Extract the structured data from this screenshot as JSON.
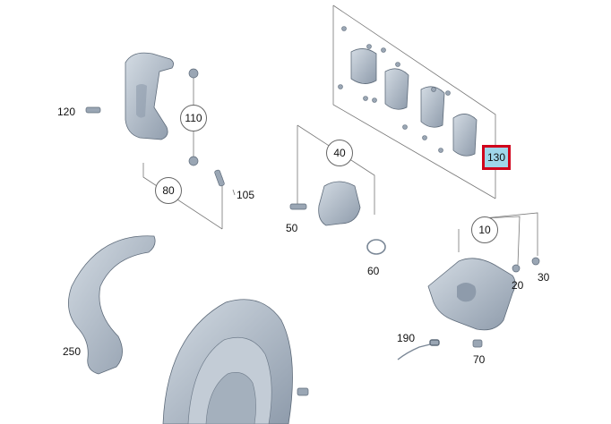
{
  "callouts": {
    "c10": "10",
    "c20": "20",
    "c30": "30",
    "c40": "40",
    "c50": "50",
    "c60": "60",
    "c70": "70",
    "c80": "80",
    "c105": "105",
    "c110": "110",
    "c120": "120",
    "c130": "130",
    "c190": "190",
    "c250": "250"
  },
  "colors": {
    "part_fill": "#b4c0cc",
    "part_shade": "#8f9cab",
    "line": "#777777",
    "highlight_border": "#d0021b",
    "highlight_fill": "#9fd6ea"
  }
}
